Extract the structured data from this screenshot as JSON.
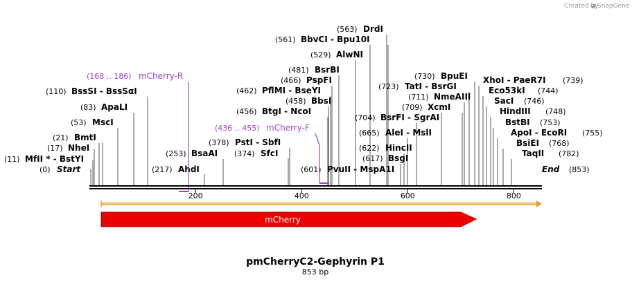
{
  "credit": {
    "prefix": "Created by",
    "brand": "SnapGene"
  },
  "map": {
    "title": "pmCherryC2-Gephyrin P1",
    "length_label": "853 bp",
    "length_bp": 853,
    "ticks": [
      {
        "pos": 200,
        "label": "200"
      },
      {
        "pos": 400,
        "label": "400"
      },
      {
        "pos": 600,
        "label": "600"
      },
      {
        "pos": 800,
        "label": "800"
      }
    ],
    "sites": [
      {
        "pos": "(0)",
        "name": "Start",
        "italic": true,
        "side": "left"
      },
      {
        "pos": "(11)",
        "name": "MfII * - BstYI",
        "side": "left"
      },
      {
        "pos": "(17)",
        "name": "NheI",
        "side": "left"
      },
      {
        "pos": "(21)",
        "name": "BmtI",
        "side": "left"
      },
      {
        "pos": "(53)",
        "name": "MscI",
        "side": "left"
      },
      {
        "pos": "(83)",
        "name": "ApaLI",
        "side": "left"
      },
      {
        "pos": "(110)",
        "name": "BssSI - BssSαI",
        "side": "left"
      },
      {
        "pos": "(217)",
        "name": "AhdI",
        "side": "left"
      },
      {
        "pos": "(253)",
        "name": "BsaAI",
        "side": "left"
      },
      {
        "pos": "(374)",
        "name": "SfcI",
        "side": "left"
      },
      {
        "pos": "(378)",
        "name": "PstI - SbfI",
        "side": "left"
      },
      {
        "pos": "(456)",
        "name": "BtgI - NcoI",
        "side": "left"
      },
      {
        "pos": "(458)",
        "name": "BbsI",
        "side": "left"
      },
      {
        "pos": "(462)",
        "name": "PflMI - BseYI",
        "side": "left"
      },
      {
        "pos": "(466)",
        "name": "PspFI",
        "side": "left"
      },
      {
        "pos": "(481)",
        "name": "BsrBI",
        "side": "left"
      },
      {
        "pos": "(529)",
        "name": "AlwNI",
        "side": "left"
      },
      {
        "pos": "(561)",
        "name": "BbvCI - Bpu10I",
        "side": "left"
      },
      {
        "pos": "(563)",
        "name": "DrdI",
        "side": "left"
      },
      {
        "pos": "(601)",
        "name": "PvuII - MspA1I",
        "side": "left"
      },
      {
        "pos": "(617)",
        "name": "BsgI",
        "side": "left"
      },
      {
        "pos": "(622)",
        "name": "HincII",
        "side": "left"
      },
      {
        "pos": "(665)",
        "name": "AleI - MslI",
        "side": "left"
      },
      {
        "pos": "(704)",
        "name": "BsrFI - SgrAI",
        "side": "left"
      },
      {
        "pos": "(709)",
        "name": "XcmI",
        "side": "left"
      },
      {
        "pos": "(711)",
        "name": "NmeAIII",
        "side": "left"
      },
      {
        "pos": "(723)",
        "name": "TatI - BsrGI",
        "side": "left"
      },
      {
        "pos": "(730)",
        "name": "BpuEI",
        "side": "left"
      },
      {
        "pos": "(739)",
        "name": "XhoI - PaeR7I",
        "side": "right"
      },
      {
        "pos": "(744)",
        "name": "Eco53kI",
        "side": "right"
      },
      {
        "pos": "(746)",
        "name": "SacI",
        "side": "right"
      },
      {
        "pos": "(748)",
        "name": "HindIII",
        "side": "right"
      },
      {
        "pos": "(753)",
        "name": "BstBI",
        "side": "right"
      },
      {
        "pos": "(755)",
        "name": "ApoI - EcoRI",
        "side": "right"
      },
      {
        "pos": "(768)",
        "name": "BsiEI",
        "side": "right"
      },
      {
        "pos": "(782)",
        "name": "TaqII",
        "side": "right"
      },
      {
        "pos": "(853)",
        "name": "End",
        "italic": true,
        "side": "right"
      }
    ],
    "primers": [
      {
        "range": "(168 .. 186)",
        "name": "mCherry-R"
      },
      {
        "range": "(436 .. 455)",
        "name": "mCherry-F"
      }
    ],
    "features": [
      {
        "name": "mCherry",
        "color": "#ee0000"
      }
    ],
    "colors": {
      "primer": "#a23fd0",
      "feature": "#ee0000",
      "orf_fill": "#f6d9a6",
      "orf_stroke": "#e3a03a",
      "backbone": "#000000"
    }
  }
}
